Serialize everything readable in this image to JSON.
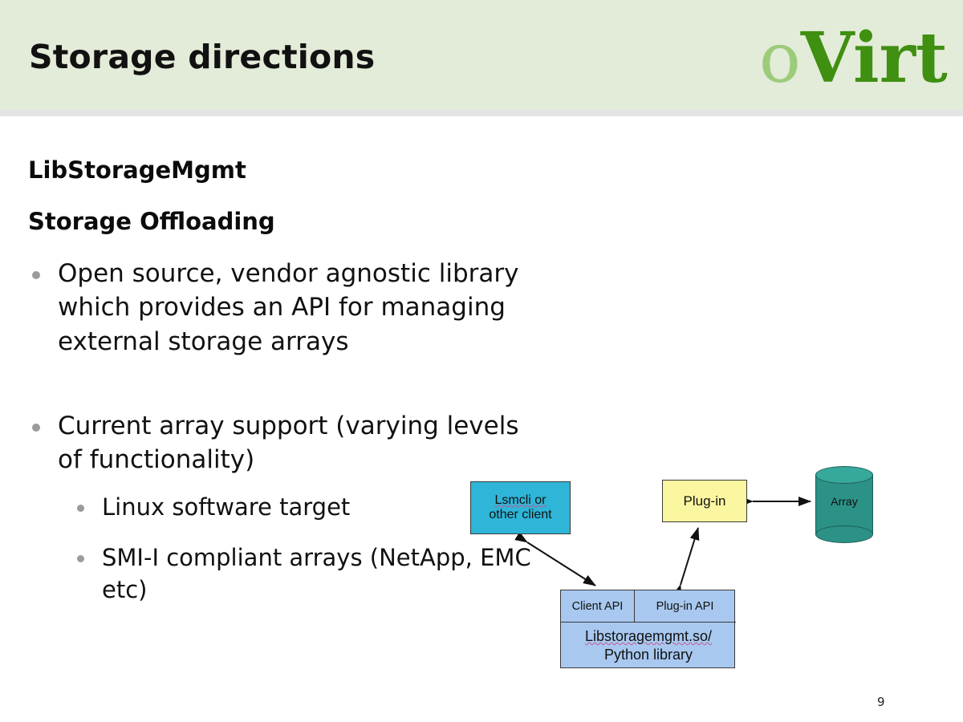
{
  "slide": {
    "title": "Storage directions",
    "page_number": "9",
    "header_bg": "#e3ebd9",
    "accent_green": "#3f8f10"
  },
  "logo": {
    "part_o": "o",
    "part_virt": "Virt"
  },
  "body": {
    "headings": [
      {
        "text": "LibStorageMgmt"
      },
      {
        "text": "Storage Offloading"
      }
    ],
    "bullets_level1": [
      {
        "text": "Open source, vendor agnostic library which provides an API for managing external storage arrays"
      },
      {
        "text": "Current array support (varying levels of functionality)"
      }
    ],
    "bullets_level2": [
      {
        "text": "Linux software target"
      },
      {
        "text": "SMI-I compliant arrays (NetApp, EMC etc)"
      }
    ]
  },
  "diagram": {
    "nodes": {
      "client_box": {
        "line1": "Lsmcli or",
        "line2": "other client",
        "color": "#2eb5d8"
      },
      "plugin_box": {
        "label": "Plug-in",
        "color": "#fbf6a0"
      },
      "array_cylinder": {
        "label": "Array",
        "color": "#2c9186"
      },
      "library_box": {
        "client_api": "Client API",
        "plugin_api": "Plug-in API",
        "line1": "Libstoragemgmt.so/",
        "line2": "Python library",
        "color": "#a8c8f0"
      }
    },
    "edges": [
      {
        "from": "client_box",
        "to": "client_api",
        "style": "double-arrow"
      },
      {
        "from": "plugin_api",
        "to": "plugin_box",
        "style": "double-arrow"
      },
      {
        "from": "plugin_box",
        "to": "array_cylinder",
        "style": "double-arrow"
      }
    ]
  }
}
